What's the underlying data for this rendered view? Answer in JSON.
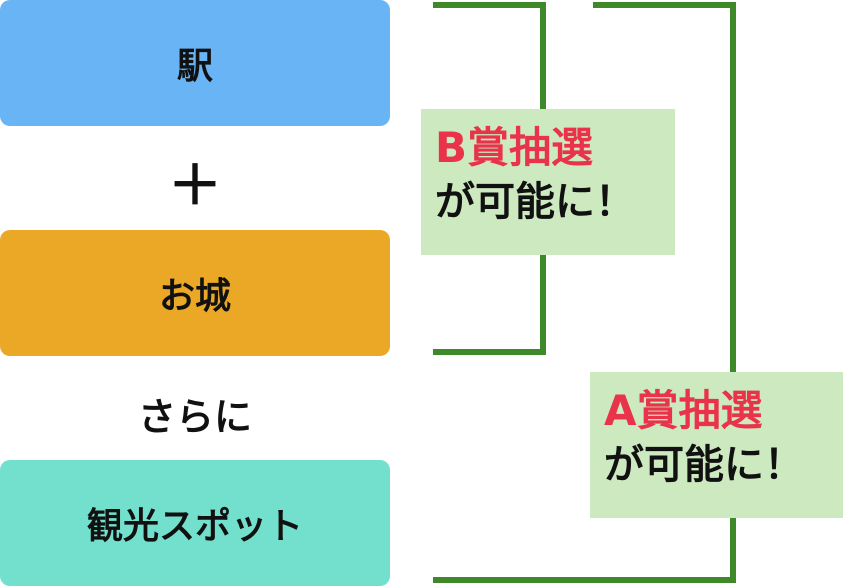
{
  "left_column": {
    "step1": "駅",
    "connector1": "＋",
    "step2": "お城",
    "connector2": "さらに",
    "step3": "観光スポット"
  },
  "prizes": {
    "b": {
      "title": "B賞抽選",
      "suffix": "が可能に！"
    },
    "a": {
      "title": "A賞抽選",
      "suffix": "が可能に！"
    }
  },
  "colors": {
    "step1_bg": "#68b4f5",
    "step2_bg": "#eba826",
    "step3_bg": "#72e0cc",
    "bracket": "#3e8a2a",
    "prize_bg": "#cde9c0",
    "prize_title": "#e8334a",
    "text": "#111111"
  }
}
